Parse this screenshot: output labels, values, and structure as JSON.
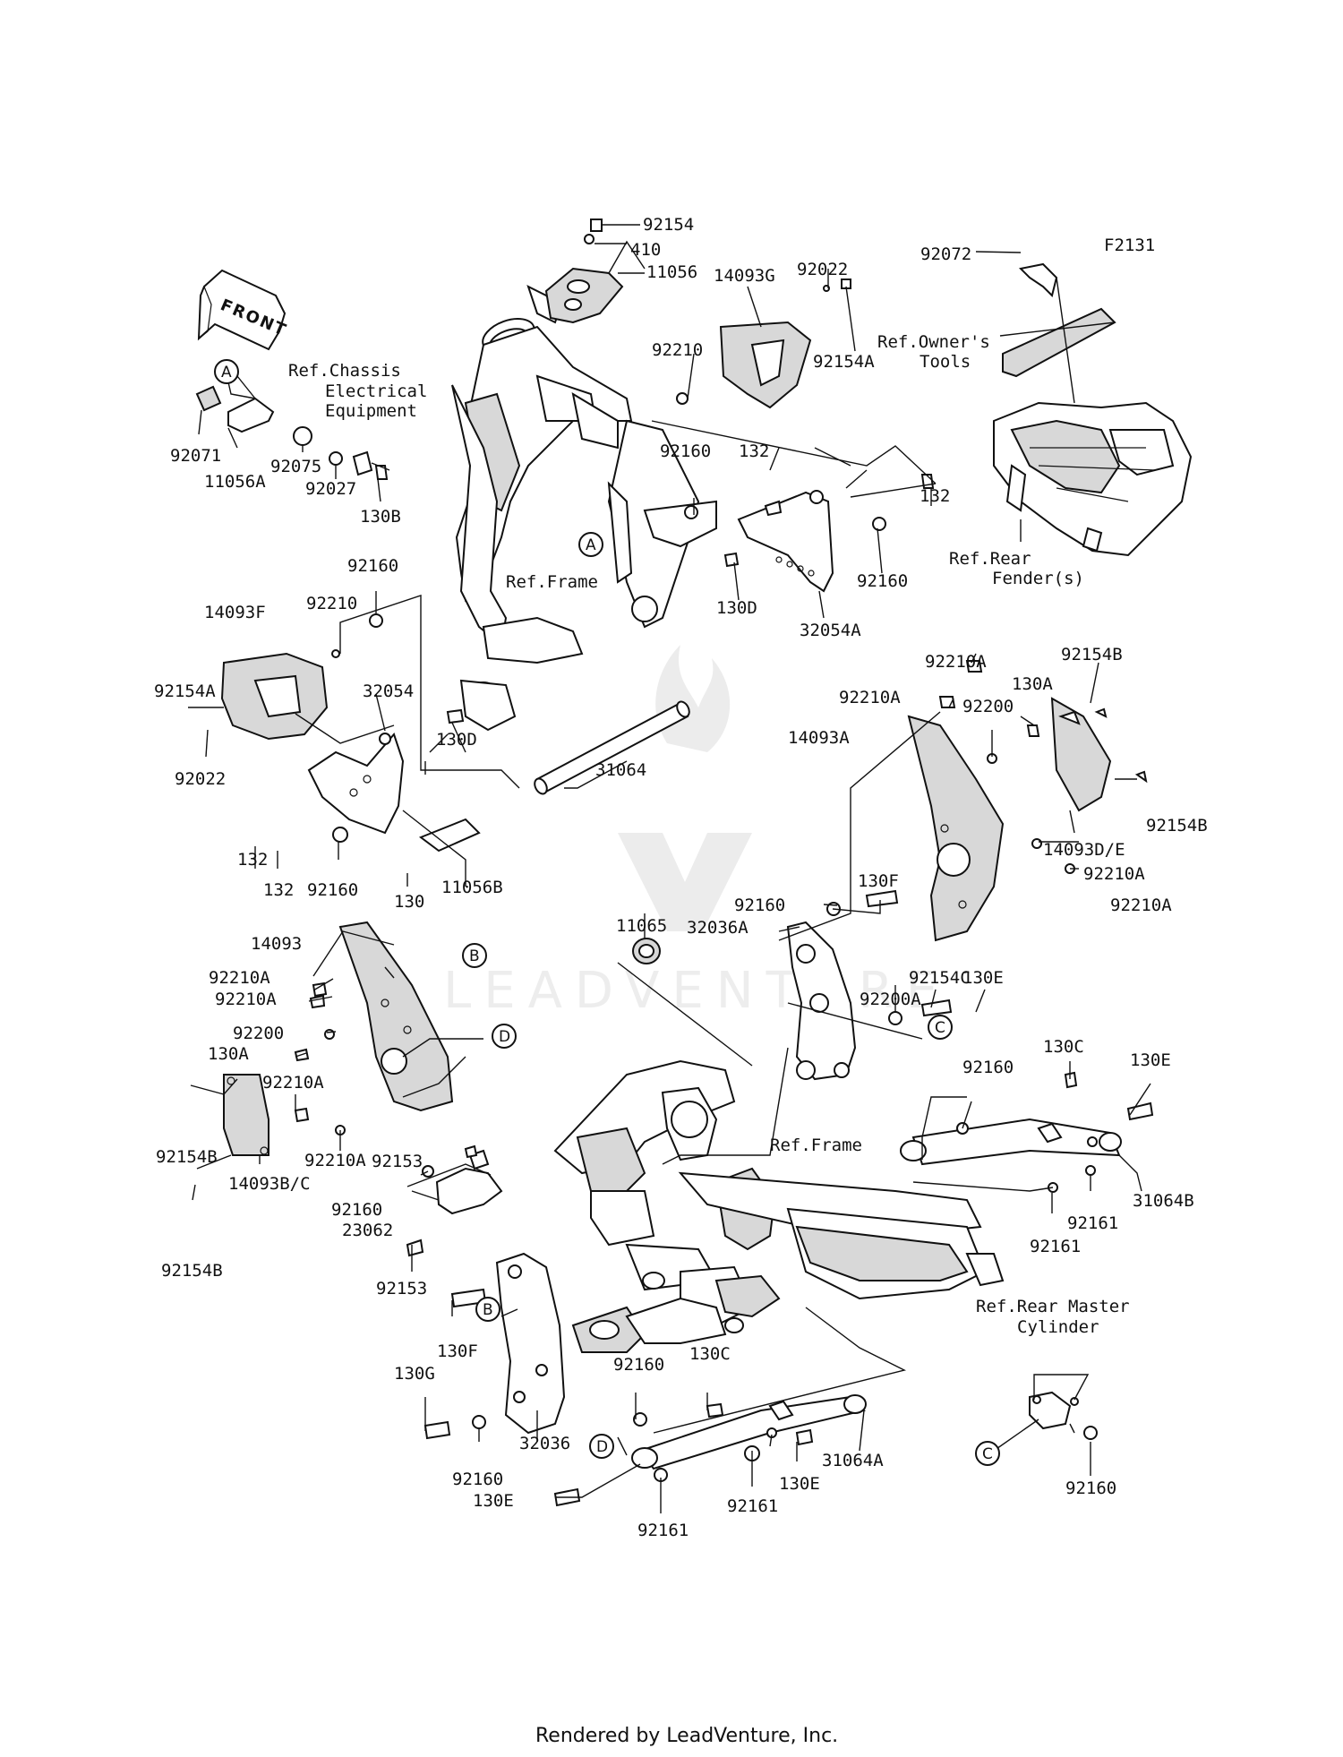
{
  "diagram_code": "F2131",
  "front_marker": "FRONT",
  "footer": "Rendered by LeadVenture, Inc.",
  "watermark": "LEADVENTURE",
  "callout_letters": [
    "A",
    "B",
    "C",
    "D"
  ],
  "references": {
    "chassis_electrical": [
      "Ref.Chassis",
      "Electrical",
      "Equipment"
    ],
    "owners_tools": [
      "Ref.Owner's",
      "Tools"
    ],
    "rear_fender": [
      "Ref.Rear",
      "Fender(s)"
    ],
    "frame_upper": "Ref.Frame",
    "frame_lower": "Ref.Frame",
    "rear_master_cylinder": [
      "Ref.Rear Master",
      "Cylinder"
    ]
  },
  "part_labels": [
    "92154",
    "410",
    "11056",
    "14093G",
    "92022",
    "92154A",
    "92072",
    "92210",
    "92071",
    "11056A",
    "92075",
    "92027",
    "130B",
    "92160",
    "132",
    "132",
    "92160",
    "130D",
    "32054A",
    "92160",
    "92210",
    "14093F",
    "92154A",
    "92022",
    "32054",
    "130D",
    "31064",
    "132",
    "132",
    "92160",
    "130",
    "11056B",
    "92210A",
    "92154B",
    "130A",
    "92210A",
    "92200",
    "14093A",
    "92154B",
    "14093D/E",
    "92210A",
    "92210A",
    "130F",
    "92160",
    "32036A",
    "11065",
    "92154C",
    "92200A",
    "130E",
    "14093",
    "92210A",
    "92210A",
    "92200",
    "130A",
    "92210A",
    "92154B",
    "92210A",
    "14093B/C",
    "92154B",
    "92160",
    "130C",
    "130E",
    "31064B",
    "92161",
    "92161",
    "92153",
    "92160",
    "23062",
    "92153",
    "130F",
    "130G",
    "92160",
    "32036",
    "92160",
    "130C",
    "31064A",
    "130E",
    "92161",
    "92161",
    "130E",
    "92160"
  ]
}
